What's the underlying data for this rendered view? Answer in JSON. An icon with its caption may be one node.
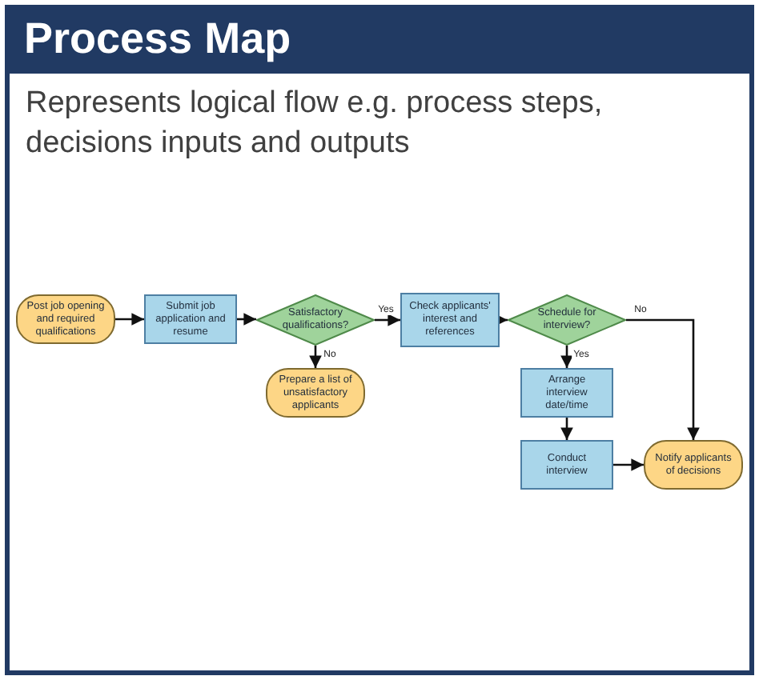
{
  "diagram": {
    "title": "Process Map",
    "caption": "Represents logical flow e.g. process steps, decisions inputs and outputs",
    "nodes": [
      {
        "text": [
          "Post job opening and required qualifications"
        ]
      },
      {
        "text": [
          "Submit job application and resume"
        ]
      },
      {
        "text": [
          "Satisfactory qualifications?"
        ]
      },
      {
        "text": [
          "Prepare a list of unsatisfactory applicants"
        ]
      },
      {
        "text": [
          "Check applicants' interest and references"
        ]
      },
      {
        "text": [
          "Schedule for interview?"
        ]
      },
      {
        "text": [
          "Arrange interview date/time"
        ]
      },
      {
        "text": [
          "Conduct interview"
        ]
      },
      {
        "text": [
          "Notify applicants of decisions"
        ]
      }
    ],
    "edges": [
      {
        "from": 0,
        "to": 1,
        "arrow": "to"
      },
      {
        "from": 1,
        "to": 2,
        "arrow": "to"
      },
      {
        "from": 2,
        "to": 4,
        "arrow": "to",
        "label": "Yes"
      },
      {
        "from": 2,
        "to": 3,
        "arrow": "to",
        "label": "No"
      },
      {
        "from": 4,
        "to": 5,
        "arrow": "to"
      },
      {
        "from": 5,
        "to": 8,
        "arrow": "to",
        "label": "No"
      },
      {
        "from": 5,
        "to": 6,
        "arrow": "to",
        "label": "Yes"
      },
      {
        "from": 6,
        "to": 7,
        "arrow": "to"
      },
      {
        "from": 7,
        "to": 8,
        "arrow": "to"
      }
    ]
  }
}
